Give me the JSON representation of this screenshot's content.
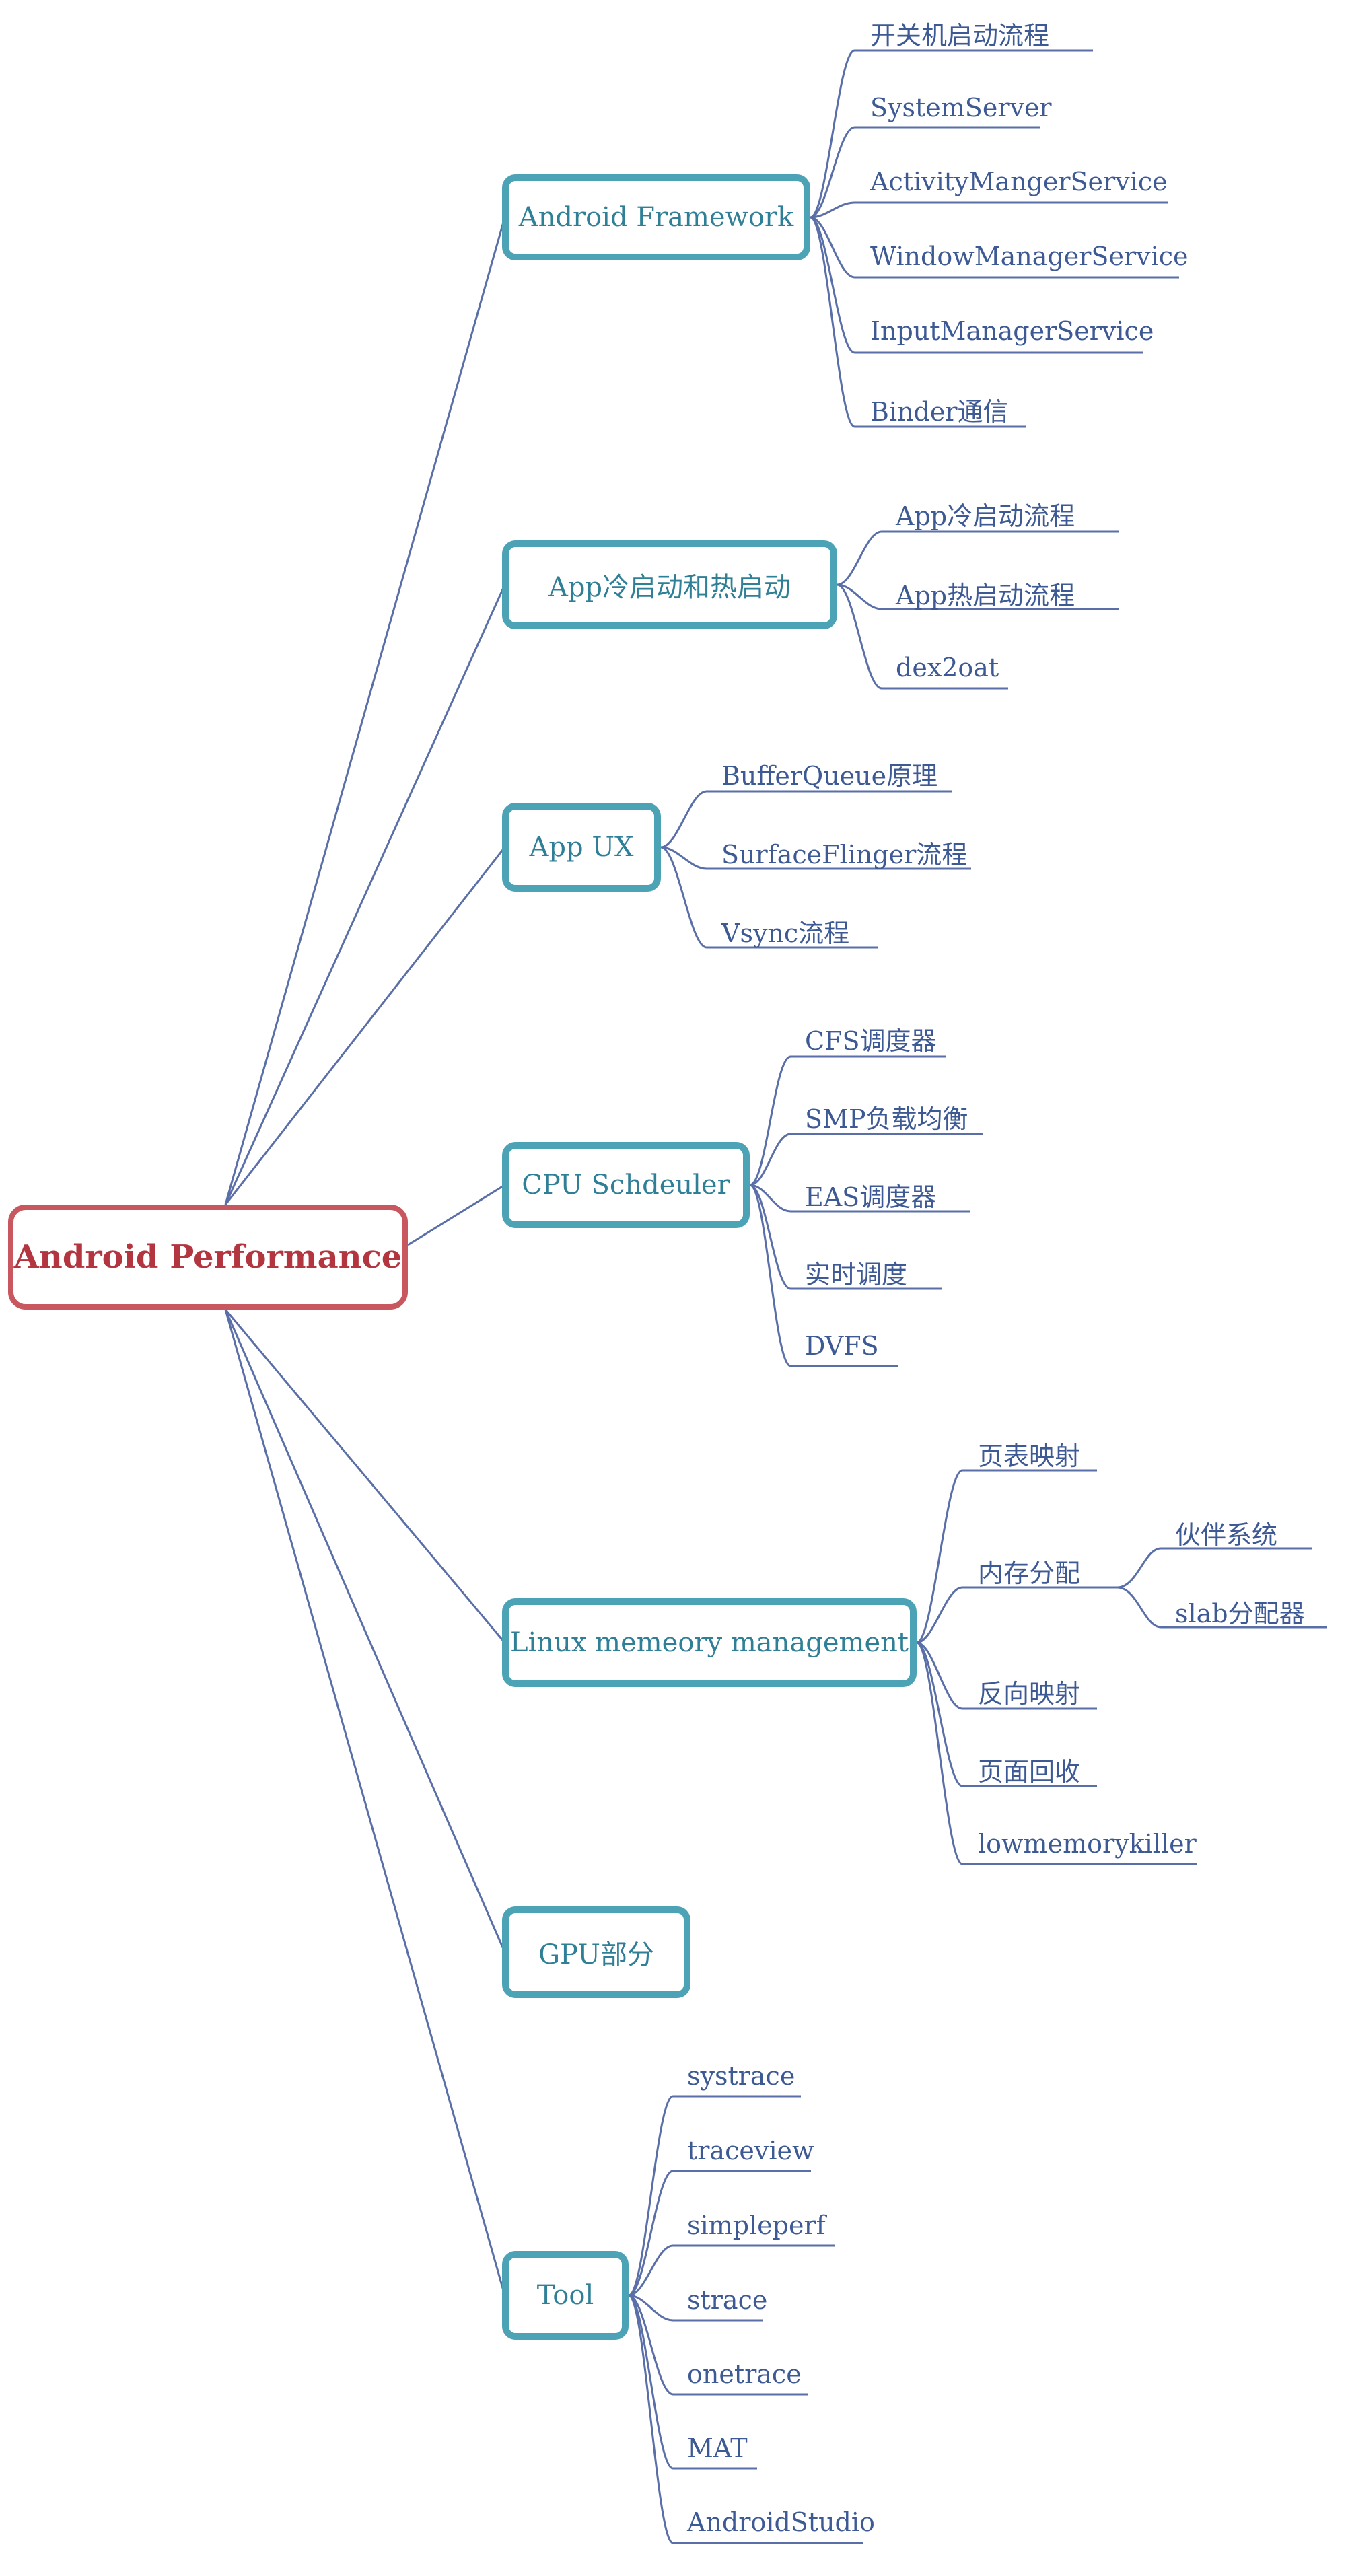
{
  "mindmap": {
    "root": {
      "label": "Android Performance"
    },
    "branches": [
      {
        "label": "Android Framework",
        "children": [
          {
            "label": "开关机启动流程"
          },
          {
            "label": "SystemServer"
          },
          {
            "label": "ActivityMangerService"
          },
          {
            "label": "WindowManagerService"
          },
          {
            "label": "InputManagerService"
          },
          {
            "label": "Binder通信"
          }
        ]
      },
      {
        "label": "App冷启动和热启动",
        "children": [
          {
            "label": "App冷启动流程"
          },
          {
            "label": "App热启动流程"
          },
          {
            "label": "dex2oat"
          }
        ]
      },
      {
        "label": "App UX",
        "children": [
          {
            "label": "BufferQueue原理"
          },
          {
            "label": "SurfaceFlinger流程"
          },
          {
            "label": "Vsync流程"
          }
        ]
      },
      {
        "label": "CPU Schdeuler",
        "children": [
          {
            "label": "CFS调度器"
          },
          {
            "label": "SMP负载均衡"
          },
          {
            "label": "EAS调度器"
          },
          {
            "label": "实时调度"
          },
          {
            "label": "DVFS"
          }
        ]
      },
      {
        "label": "Linux memeory management",
        "children": [
          {
            "label": "页表映射"
          },
          {
            "label": "内存分配",
            "children": [
              {
                "label": "伙伴系统"
              },
              {
                "label": "slab分配器"
              }
            ]
          },
          {
            "label": "反向映射"
          },
          {
            "label": "页面回收"
          },
          {
            "label": "lowmemorykiller"
          }
        ]
      },
      {
        "label": "GPU部分",
        "children": []
      },
      {
        "label": "Tool",
        "children": [
          {
            "label": "systrace"
          },
          {
            "label": "traceview"
          },
          {
            "label": "simpleperf"
          },
          {
            "label": "strace"
          },
          {
            "label": "onetrace"
          },
          {
            "label": "MAT"
          },
          {
            "label": "AndroidStudio"
          }
        ]
      }
    ]
  },
  "colors": {
    "connector": "#5a6fa8",
    "root_border": "#c8575f",
    "branch_border": "#4da3b6"
  }
}
